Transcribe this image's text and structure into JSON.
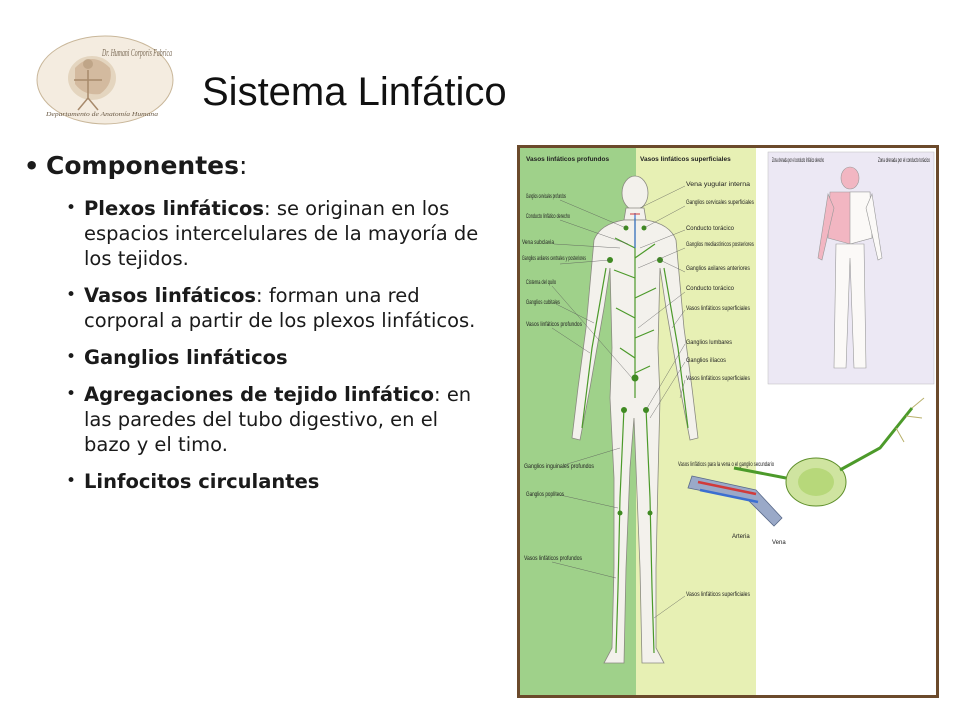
{
  "slide": {
    "title": "Sistema Linfático",
    "logo_text": "Dr. Humani Corporis Fabrica",
    "logo_subtext": "Departamento de Anatomía Humana"
  },
  "bullets": {
    "heading": "Componentes",
    "heading_suffix": ":",
    "items": [
      {
        "term": "Plexos linfáticos",
        "text": ": se originan en los espacios intercelulares de la mayoría de los tejidos."
      },
      {
        "term": "Vasos linfáticos",
        "text": ": forman una red corporal a partir de los plexos linfáticos."
      },
      {
        "term": "Ganglios linfáticos",
        "text": ""
      },
      {
        "term": "Agregaciones de tejido linfático",
        "text": ": en las paredes del tubo digestivo, en el bazo y el timo."
      },
      {
        "term": "Linfocitos circulantes",
        "text": ""
      }
    ]
  },
  "figure": {
    "header_left": "Vasos linfáticos profundos",
    "header_right": "Vasos linfáticos superficiales",
    "left_labels": [
      "Ganglios cervicales profundos",
      "Conducto linfático derecho",
      "Vena subclavia",
      "Ganglios axilares centrales y posteriores",
      "Cisterna del quilo",
      "Ganglios cubitales",
      "Vasos linfáticos profundos",
      "Ganglios inguinales profundos",
      "Ganglios poplíteos",
      "Vasos linfáticos profundos"
    ],
    "right_labels": [
      "Vena yugular interna",
      "Ganglios cervicales superficiales",
      "Conducto torácico",
      "Ganglios mediastínicos posteriores",
      "Ganglios axilares anteriores",
      "Conducto torácico",
      "Vasos linfáticos superficiales",
      "Ganglios lumbares",
      "Ganglios ilíacos",
      "Vasos linfáticos superficiales",
      "Vasos linfáticos para la vena o el ganglio secundario",
      "Vasos linfáticos superficiales"
    ],
    "inset_label_left": "Zona drenada por el conducto linfático derecho",
    "inset_label_right": "Zona drenada por el conducto torácico",
    "node_labels": {
      "artery": "Arteria",
      "vein": "Vena"
    },
    "colors": {
      "deep_panel": "#9fd18a",
      "superficial_panel": "#e7f0b4",
      "inset_panel": "#ece8f4",
      "frame": "#6b4a2b",
      "right_zone": "#f2b6c2",
      "lymph": "#4c9a2a"
    }
  }
}
